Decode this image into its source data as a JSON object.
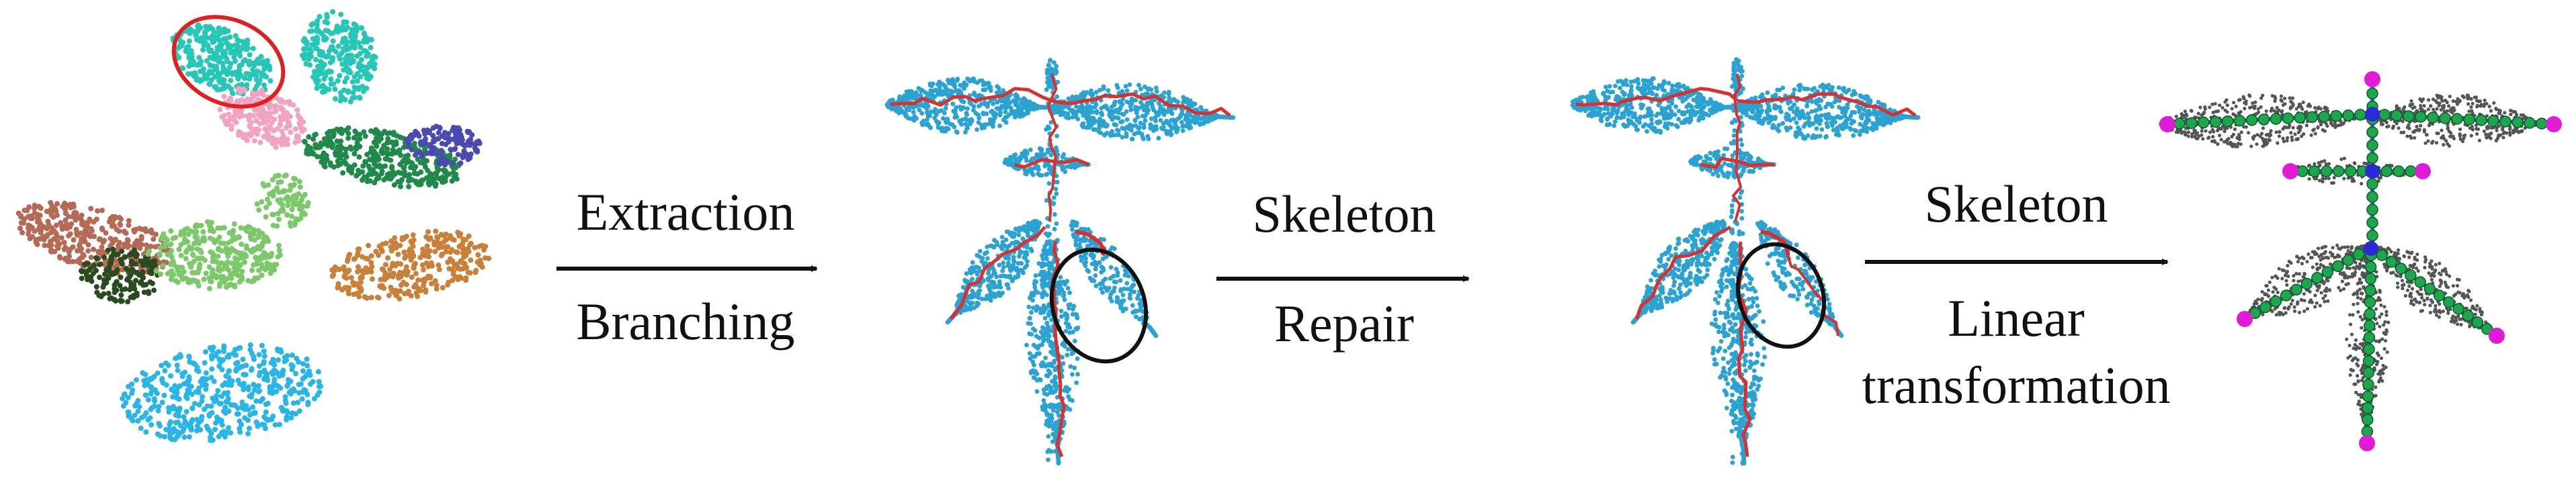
{
  "steps": [
    {
      "line1": "Extraction",
      "line2": "Branching"
    },
    {
      "line1": "Skeleton",
      "line2": "Repair"
    },
    {
      "line1": "Skeleton",
      "line2": "Linear",
      "line3": "transformation"
    }
  ],
  "colors": {
    "points": "#2aa3d3",
    "skeleton": "#d93030",
    "grey_points": "#555555",
    "node": "#1ea64a",
    "endpoint": "#e01ad6",
    "junction": "#2a2ad8",
    "highlight_circle": "#e02020",
    "repair_circle": "#111111",
    "segments": [
      "#27c7b7",
      "#f2a3c2",
      "#1f8a4a",
      "#4a4ab0",
      "#b56a55",
      "#2a4a1f",
      "#7cc96b",
      "#c9813a",
      "#29b6e6"
    ]
  }
}
